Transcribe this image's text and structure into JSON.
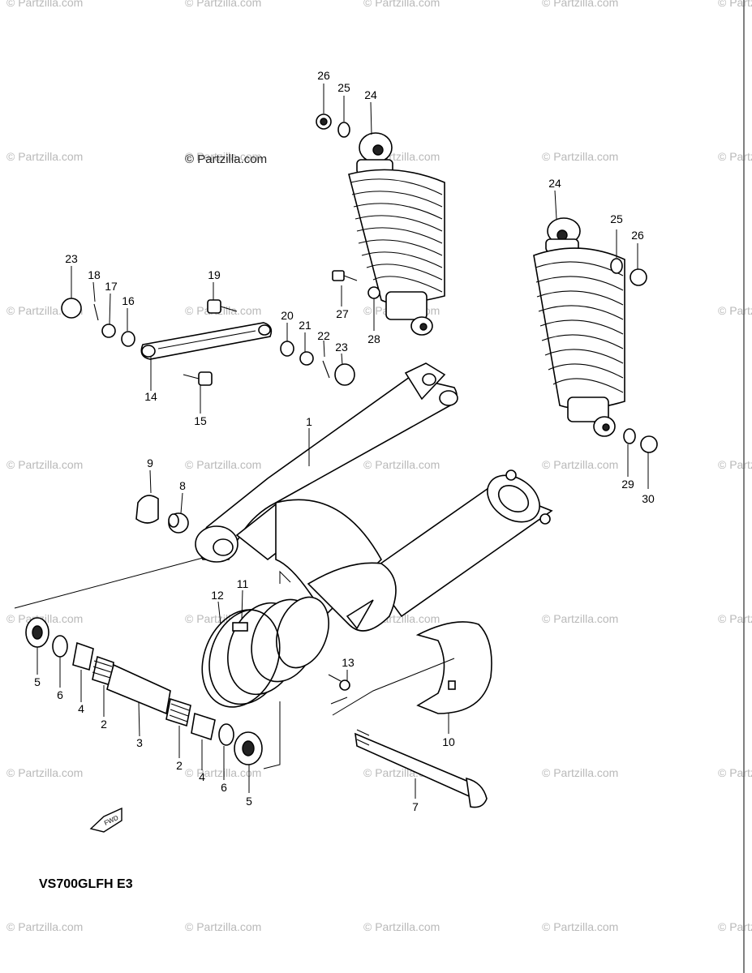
{
  "header": {
    "top_fragment": ""
  },
  "copyright": "© Partzilla.com",
  "watermark": "© Partzilla.com",
  "model_label": "VS700GLFH  E3",
  "fwd_label": "FWD",
  "footer": {
    "line1": "",
    "line2": ""
  },
  "callouts": [
    {
      "id": "c26a",
      "label": "26"
    },
    {
      "id": "c25a",
      "label": "25"
    },
    {
      "id": "c24a",
      "label": "24"
    },
    {
      "id": "c24b",
      "label": "24"
    },
    {
      "id": "c25b",
      "label": "25"
    },
    {
      "id": "c26b",
      "label": "26"
    },
    {
      "id": "c23a",
      "label": "23"
    },
    {
      "id": "c18",
      "label": "18"
    },
    {
      "id": "c17",
      "label": "17"
    },
    {
      "id": "c16",
      "label": "16"
    },
    {
      "id": "c19",
      "label": "19"
    },
    {
      "id": "c27",
      "label": "27"
    },
    {
      "id": "c28",
      "label": "28"
    },
    {
      "id": "c20",
      "label": "20"
    },
    {
      "id": "c21",
      "label": "21"
    },
    {
      "id": "c22",
      "label": "22"
    },
    {
      "id": "c23b",
      "label": "23"
    },
    {
      "id": "c14",
      "label": "14"
    },
    {
      "id": "c15",
      "label": "15"
    },
    {
      "id": "c1",
      "label": "1"
    },
    {
      "id": "c9",
      "label": "9"
    },
    {
      "id": "c8",
      "label": "8"
    },
    {
      "id": "c29",
      "label": "29"
    },
    {
      "id": "c30",
      "label": "30"
    },
    {
      "id": "c12",
      "label": "12"
    },
    {
      "id": "c11",
      "label": "11"
    },
    {
      "id": "c13",
      "label": "13"
    },
    {
      "id": "c5a",
      "label": "5"
    },
    {
      "id": "c6a",
      "label": "6"
    },
    {
      "id": "c4a",
      "label": "4"
    },
    {
      "id": "c2a",
      "label": "2"
    },
    {
      "id": "c3",
      "label": "3"
    },
    {
      "id": "c2b",
      "label": "2"
    },
    {
      "id": "c4b",
      "label": "4"
    },
    {
      "id": "c6b",
      "label": "6"
    },
    {
      "id": "c5b",
      "label": "5"
    },
    {
      "id": "c10",
      "label": "10"
    },
    {
      "id": "c7",
      "label": "7"
    }
  ]
}
